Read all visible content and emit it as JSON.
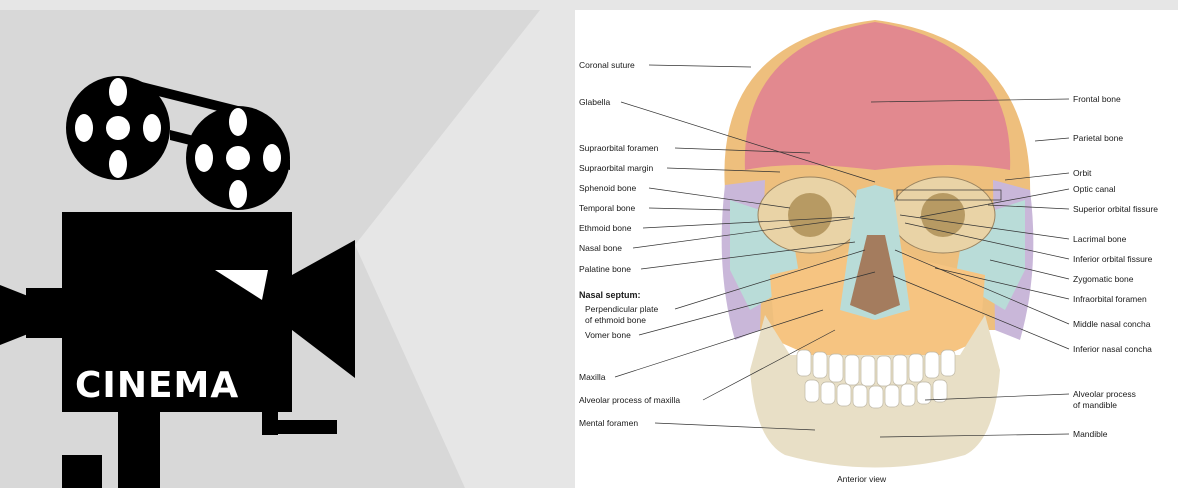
{
  "camera": {
    "label": "CINEMA"
  },
  "diagram": {
    "caption": "Anterior view",
    "labels_left": [
      "Coronal suture",
      "Glabella",
      "Supraorbital foramen",
      "Supraorbital margin",
      "Sphenoid bone",
      "Temporal bone",
      "Ethmoid bone",
      "Nasal bone",
      "Palatine bone",
      "Nasal septum:",
      "Perpendicular plate",
      "of ethmoid bone",
      "Vomer bone",
      "Maxilla",
      "Alveolar process of maxilla",
      "Mental foramen"
    ],
    "labels_right": [
      "Frontal bone",
      "Parietal bone",
      "Orbit",
      "Optic canal",
      "Superior orbital fissure",
      "Lacrimal bone",
      "Inferior orbital fissure",
      "Zygomatic bone",
      "Infraorbital foramen",
      "Middle nasal concha",
      "Inferior nasal concha",
      "Alveolar process",
      "of mandible",
      "Mandible"
    ],
    "colors": {
      "frontal": "#e2898f",
      "parietal": "#eebf7d",
      "maxilla": "#f6c481",
      "sphenoid": "#c9b7d9",
      "zygomatic": "#b9dcd8",
      "mandible": "#e8dfc6",
      "nasal_cavity": "#a47c5e"
    }
  }
}
